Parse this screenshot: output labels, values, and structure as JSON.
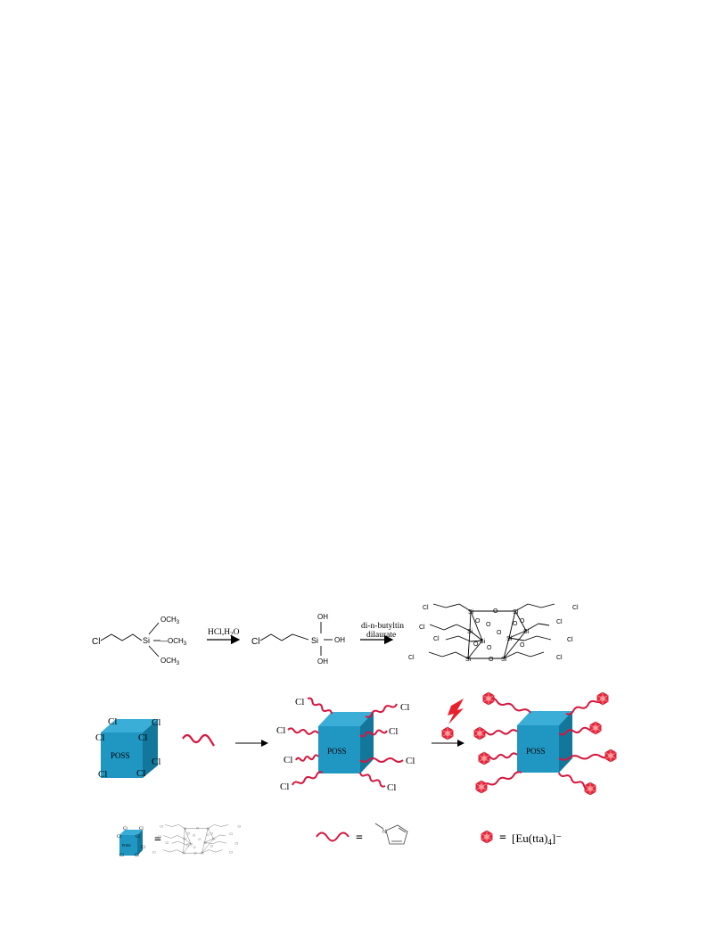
{
  "scheme": {
    "reactant": {
      "cl": "Cl",
      "si": "Si",
      "och3_top": "OCH",
      "och3_right": "—OCH",
      "och3_bottom": "OCH",
      "sub3": "3"
    },
    "step1_reagent": "HCl,H",
    "step1_reagent_sub": "2",
    "step1_reagent_tail": "O",
    "silanetriol": {
      "cl": "Cl",
      "si": "Si",
      "oh_top": "OH",
      "oh_right": "OH",
      "oh_bottom": "OH"
    },
    "step2_reagent_line1": "di-n-butyltin",
    "step2_reagent_line2": "dilaurate",
    "poss_product": {
      "cl": "Cl",
      "si": "Si",
      "o": "O"
    }
  },
  "cartoon": {
    "poss_label": "POSS",
    "cl": "Cl"
  },
  "legend": {
    "equals": "=",
    "eu_complex": "[Eu(tta)",
    "eu_sub": "4",
    "eu_sup": "]⁻",
    "poss_small": "POSS",
    "imidazole_n": "N"
  },
  "colors": {
    "cube_front": "#1f97c2",
    "cube_top": "#3aaed6",
    "cube_side": "#13779c",
    "chain": "#d6173f",
    "eu_fill": "#e8283c",
    "lightning": "#e8202e"
  }
}
